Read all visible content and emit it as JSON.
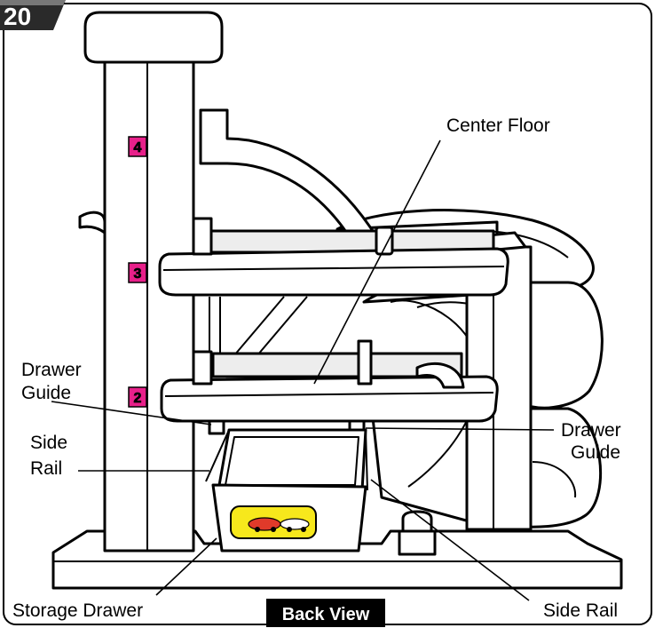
{
  "page": {
    "number": "20"
  },
  "labels": {
    "center_floor": "Center Floor",
    "drawer_guide_left_1": "Drawer",
    "drawer_guide_left_2": "Guide",
    "side_rail_left_1": "Side",
    "side_rail_left_2": "Rail",
    "drawer_guide_right_1": "Drawer",
    "drawer_guide_right_2": "Guide",
    "storage_drawer": "Storage Drawer",
    "side_rail_right": "Side Rail"
  },
  "caption": "Back View",
  "level_markers": [
    "4",
    "3",
    "2"
  ],
  "colors": {
    "marker_bg": "#e8208a",
    "marker_fg": "#f5e21a",
    "drawer_sticker": "#f7e81c",
    "caption_bg": "#000000",
    "caption_fg": "#ffffff",
    "badge_bg": "#2a2a2a"
  }
}
